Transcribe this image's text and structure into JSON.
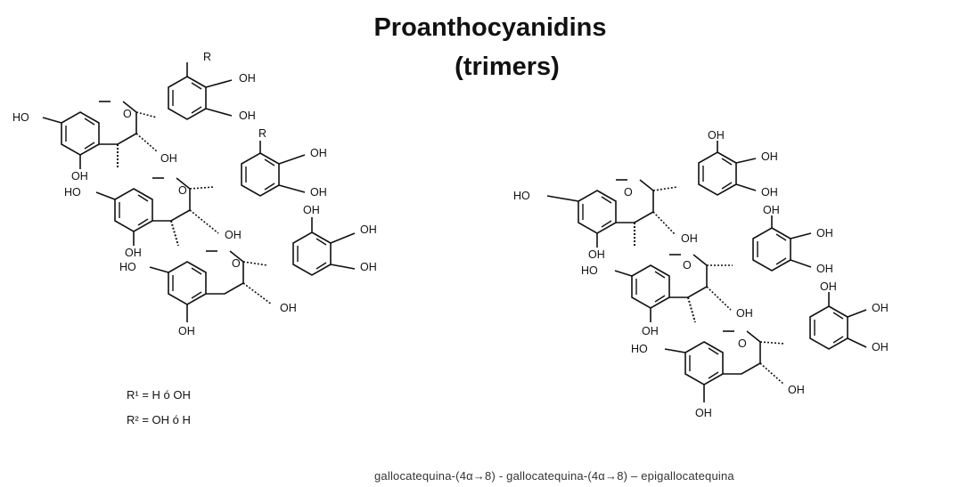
{
  "title": {
    "line1": "Proanthocyanidins",
    "line2": "(trimers)"
  },
  "legend": {
    "r1": "R¹ = H ó OH",
    "r2": "R² = OH ó H"
  },
  "caption": "gallocatequina-(4α→8) - gallocatequina-(4α→8) – epigallocatequina",
  "atom_labels": {
    "oh": "OH",
    "ho": "HO",
    "o": "O",
    "r": "R"
  }
}
